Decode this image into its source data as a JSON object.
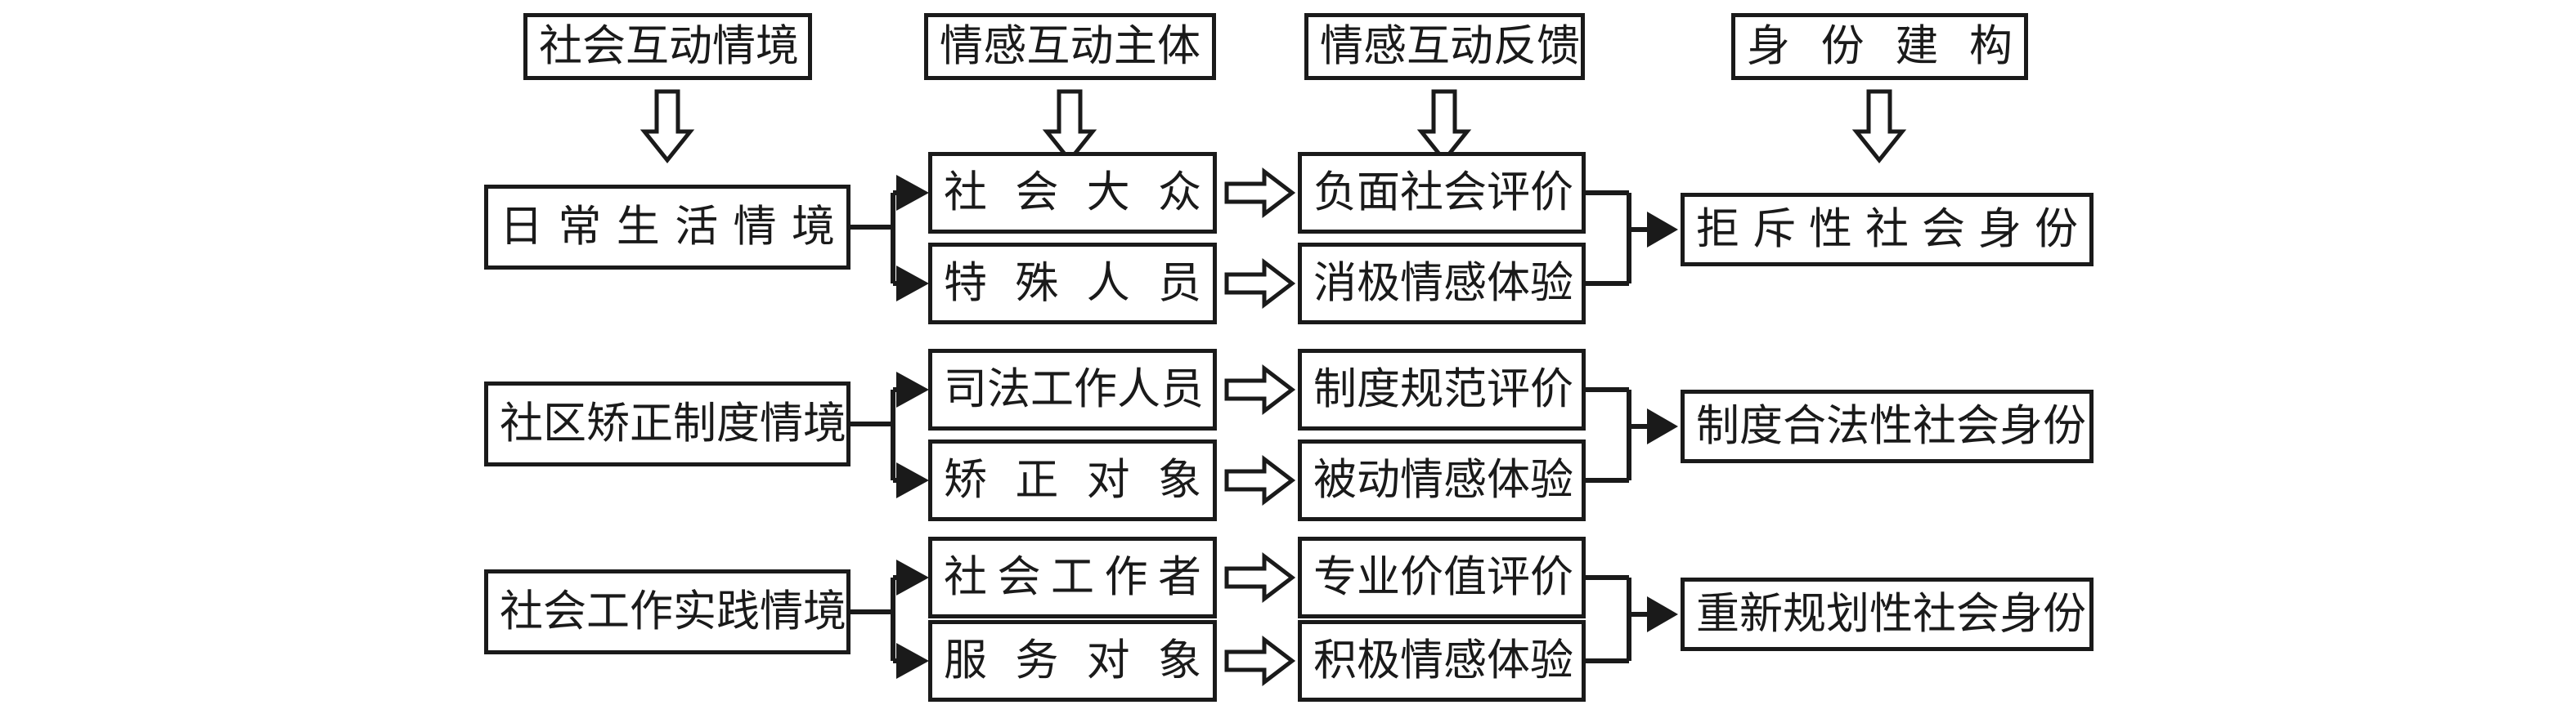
{
  "headers": [
    "社会互动情境",
    "情感互动主体",
    "情感互动反馈",
    "身份建构"
  ],
  "rows": [
    {
      "situation": "日常生活情境",
      "subject_top": "社会大众",
      "subject_bottom": "特殊人员",
      "feedback_top": "负面社会评价",
      "feedback_bottom": "消极情感体验",
      "identity": "拒斥性社会身份"
    },
    {
      "situation": "社区矫正制度情境",
      "subject_top": "司法工作人员",
      "subject_bottom": "矫正对象",
      "feedback_top": "制度规范评价",
      "feedback_bottom": "被动情感体验",
      "identity": "制度合法性社会身份"
    },
    {
      "situation": "社会工作实践情境",
      "subject_top": "社会工作者",
      "subject_bottom": "服务对象",
      "feedback_top": "专业价值评价",
      "feedback_bottom": "积极情感体验",
      "identity": "重新规划性社会身份"
    }
  ],
  "icons": {
    "down_arrow": "hollow-down-arrow",
    "block_arrow": "hollow-right-arrow",
    "solid_arrow": "solid-right-arrowhead"
  },
  "colors": {
    "line": "#1a1a1a",
    "box_fill": "#ffffff",
    "background": "#ffffff"
  }
}
